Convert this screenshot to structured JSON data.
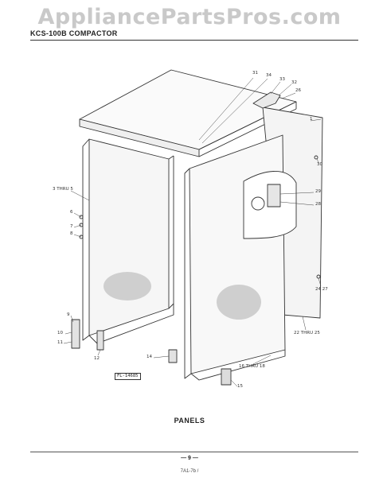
{
  "watermark": "AppliancePartsPros.com",
  "model_header": "KCS-100B COMPACTOR",
  "caption": "PANELS",
  "page_number": "— 9 —",
  "footer_mark": "7A1-7b /",
  "ref_box": "FL-14685",
  "callouts": [
    {
      "id": "c31",
      "text": "31"
    },
    {
      "id": "c34",
      "text": "34"
    },
    {
      "id": "c33",
      "text": "33"
    },
    {
      "id": "c32",
      "text": "32"
    },
    {
      "id": "c26",
      "text": "26"
    },
    {
      "id": "c1",
      "text": "1"
    },
    {
      "id": "c30",
      "text": "30"
    },
    {
      "id": "c3thru5",
      "text": "3 THRU 5"
    },
    {
      "id": "c29",
      "text": "29"
    },
    {
      "id": "c28",
      "text": "28"
    },
    {
      "id": "c6",
      "text": "6"
    },
    {
      "id": "c7",
      "text": "7"
    },
    {
      "id": "c8",
      "text": "8"
    },
    {
      "id": "c24",
      "text": "24 27"
    },
    {
      "id": "c9",
      "text": "9"
    },
    {
      "id": "c10",
      "text": "10"
    },
    {
      "id": "c11",
      "text": "11"
    },
    {
      "id": "c22",
      "text": "22 THRU 25"
    },
    {
      "id": "c12",
      "text": "12"
    },
    {
      "id": "c14",
      "text": "14"
    },
    {
      "id": "c16",
      "text": "16 THRU 18"
    },
    {
      "id": "c15",
      "text": "15"
    }
  ]
}
